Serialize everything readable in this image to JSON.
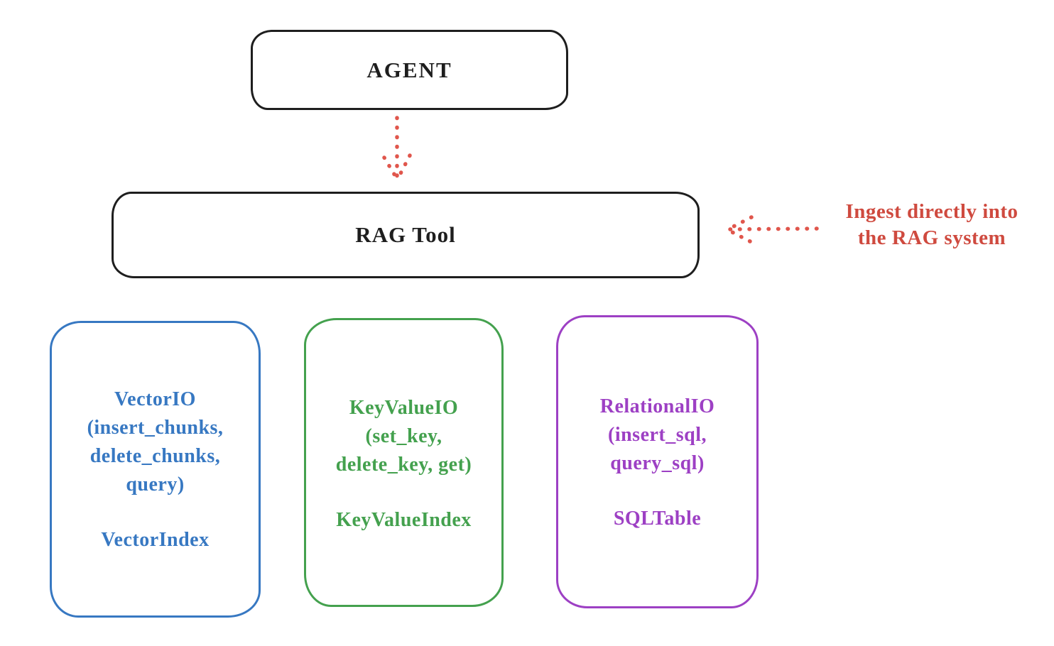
{
  "canvas": {
    "background": "#ffffff"
  },
  "nodes": {
    "agent": {
      "label": "AGENT",
      "stroke": "#1e1e1e"
    },
    "rag_tool": {
      "label": "RAG Tool",
      "stroke": "#1e1e1e"
    },
    "vector_io": {
      "stroke": "#3778c2",
      "lines": [
        "VectorIO",
        "(insert_chunks,",
        "delete_chunks,",
        "query)"
      ],
      "footer": "VectorIndex"
    },
    "key_value_io": {
      "stroke": "#44a14e",
      "lines": [
        "KeyValueIO",
        "(set_key,",
        "delete_key, get)"
      ],
      "footer": "KeyValueIndex"
    },
    "relational_io": {
      "stroke": "#9d40c4",
      "lines": [
        "RelationalIO",
        "(insert_sql,",
        "query_sql)"
      ],
      "footer": "SQLTable"
    }
  },
  "annotation": {
    "lines": [
      "Ingest directly into",
      "the RAG system"
    ],
    "color": "#cf4a3f"
  },
  "arrows": {
    "agent_to_rag": {
      "style": "dotted",
      "color": "#e0564c"
    },
    "annotation_to_rag": {
      "style": "dotted",
      "color": "#e0564c"
    }
  }
}
